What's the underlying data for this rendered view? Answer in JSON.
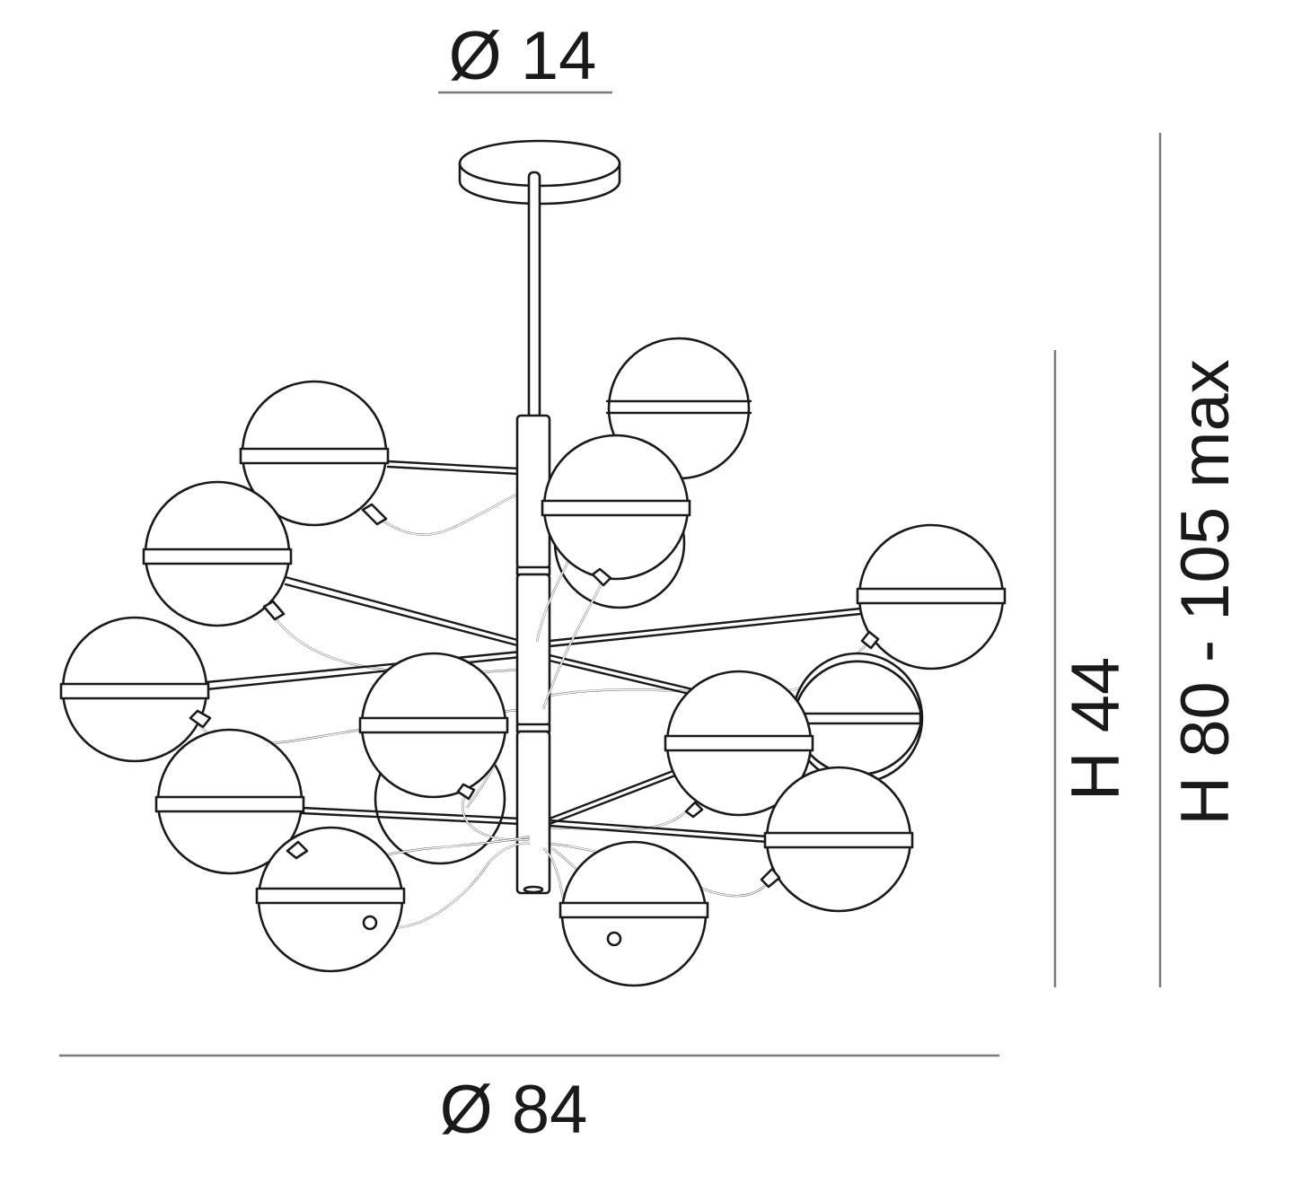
{
  "dimensions": {
    "canopy_diameter": "Ø 14",
    "overall_diameter": "Ø 84",
    "body_height": "H 44",
    "total_height": "H 80 - 105 max"
  },
  "colors": {
    "line": "#1a1a1a",
    "dimension_line": "#7a7a7a",
    "background": "#ffffff"
  }
}
